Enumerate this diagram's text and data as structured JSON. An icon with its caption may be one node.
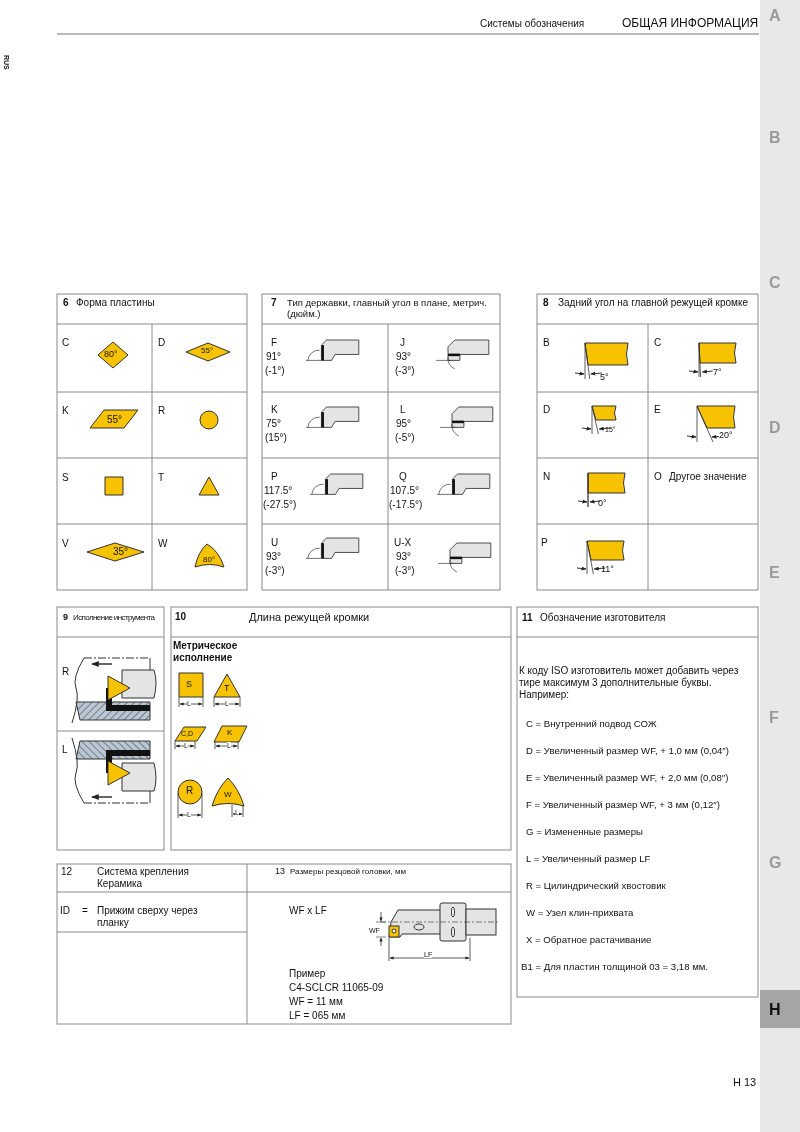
{
  "diagram": {
    "labels": [
      "Системы обозначения",
      "ОБЩАЯ ИНФОРМАЦИЯ",
      "A",
      "B",
      "C",
      "D",
      "E",
      "F",
      "G",
      "H",
      "RUS",
      "6",
      "Форма пластины",
      "C",
      "80°",
      "D",
      "55°",
      "K",
      "55°",
      "R",
      "S",
      "T",
      "V",
      "35°",
      "W",
      "80°",
      "7",
      "Тип державки, главный угол в плане, метрич. (дюйм.)",
      "F",
      "91°",
      "(-1°)",
      "J",
      "93°",
      "(-3°)",
      "K",
      "75°",
      "(15°)",
      "L",
      "95°",
      "(-5°)",
      "P",
      "117.5°",
      "(-27.5°)",
      "Q",
      "107.5°",
      "(-17.5°)",
      "U",
      "93°",
      "(-3°)",
      "U-X",
      "93°",
      "(-3°)",
      "8",
      "Задний угол на главной режущей кромке",
      "B",
      "5°",
      "C",
      "7°",
      "D",
      "15°",
      "E",
      "20°",
      "N",
      "0°",
      "O",
      "Другое значение",
      "P",
      "11°",
      "9",
      "Исполнение инструмента",
      "R",
      "L",
      "10",
      "Длина режущей кромки",
      "Метрическое исполнение",
      "S",
      "L",
      "T",
      "L",
      "C,D",
      "L",
      "K",
      "L",
      "R",
      "L",
      "W",
      "L",
      "11",
      "Обозначение изготовителя",
      "К коду ISO изготовитель может добавить через тире максимум 3 дополнительные буквы.",
      "Например:",
      "C = Внутренний подвод СОЖ",
      "D = Увеличенный размер WF, + 1,0 мм (0,04″)",
      "E = Увеличенный размер WF, + 2,0 мм (0,08″)",
      "F = Увеличенный размер WF, + 3 мм (0,12″)",
      "G = Измененные размеры",
      "L = Увеличенный размер LF",
      "R = Цилиндрический хвостовик",
      "W = Узел клин-прихвата",
      "X = Обратное растачивание",
      "B1 = Для пластин толщиной 03 = 3,18 мм.",
      "12",
      "Система крепления Керамика",
      "ID",
      "=",
      "Прижим сверху через планку",
      "13",
      "Размеры резцовой головки, мм",
      "WF x LF",
      "WF",
      "LF",
      "Пример",
      "C4-SCLCR 11065-09",
      "WF = 11 мм",
      "LF = 065 мм",
      "H 13"
    ]
  }
}
